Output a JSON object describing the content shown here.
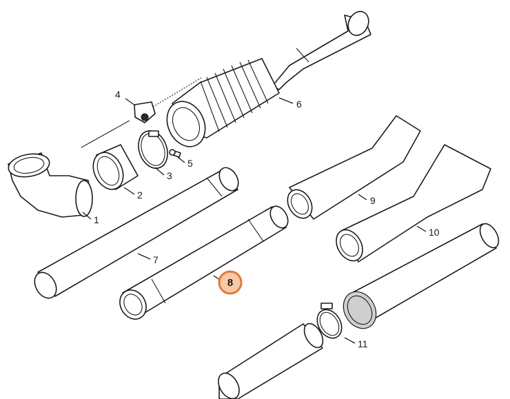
{
  "parts": [
    {
      "id": "1",
      "label": "1"
    },
    {
      "id": "2",
      "label": "2"
    },
    {
      "id": "3",
      "label": "3"
    },
    {
      "id": "4",
      "label": "4"
    },
    {
      "id": "5",
      "label": "5"
    },
    {
      "id": "6",
      "label": "6"
    },
    {
      "id": "7",
      "label": "7"
    },
    {
      "id": "8",
      "label": "8",
      "highlighted": true
    },
    {
      "id": "9",
      "label": "9"
    },
    {
      "id": "10",
      "label": "10"
    },
    {
      "id": "11",
      "label": "11"
    }
  ],
  "colors": {
    "highlight_stroke": "#e07a3a",
    "highlight_fill": "#f7c9a4",
    "line": "#1a1a1a"
  }
}
